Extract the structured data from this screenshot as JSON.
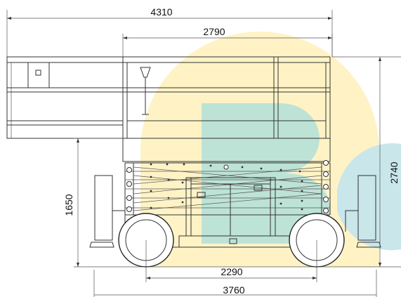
{
  "dimensions": {
    "overall_length_extended": "4310",
    "platform_length": "2790",
    "overall_height": "2740",
    "platform_height": "1650",
    "wheelbase": "2290",
    "overall_length": "3760"
  },
  "watermark": {
    "colors": {
      "yellow": "#fff3c6",
      "teal": "#bde3d6",
      "blue": "#c9e6ea"
    }
  },
  "colors": {
    "line": "#333333",
    "text": "#111111",
    "background": "#ffffff"
  }
}
